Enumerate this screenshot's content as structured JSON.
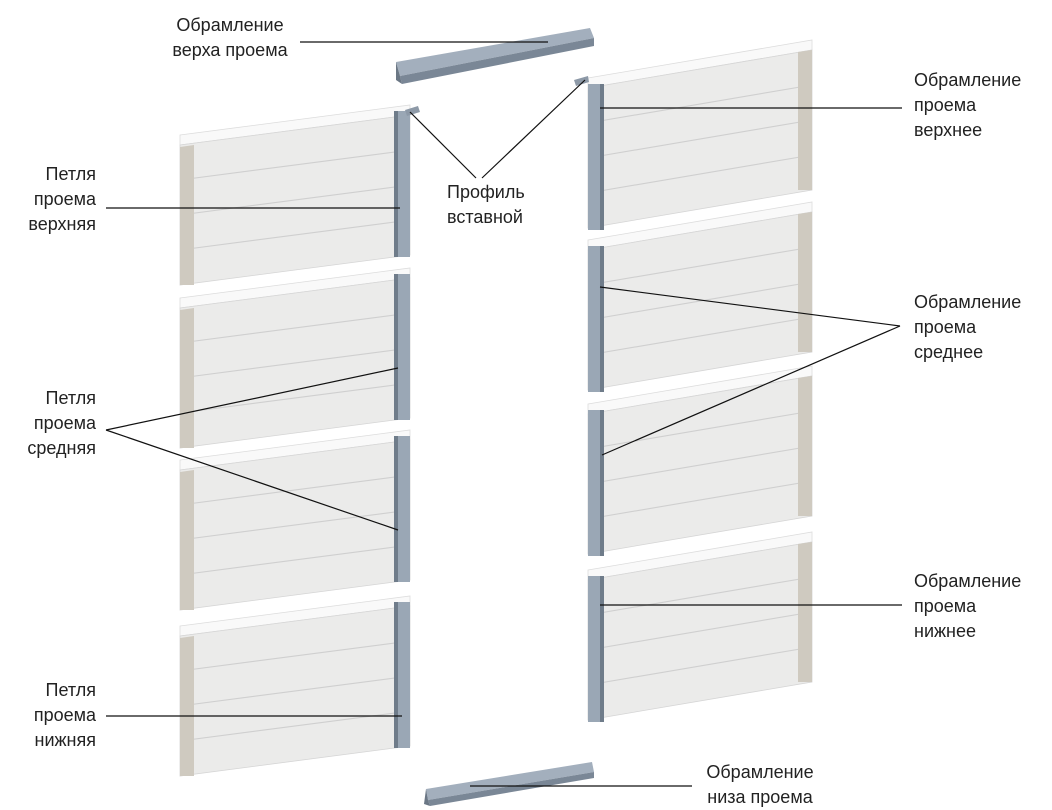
{
  "labels": {
    "top_frame": [
      "Обрамление",
      "верха проема"
    ],
    "insert_profile": [
      "Профиль",
      "вставной"
    ],
    "hinge_top": [
      "Петля",
      "проема",
      "верхняя"
    ],
    "hinge_middle": [
      "Петля",
      "проема",
      "средняя"
    ],
    "hinge_bottom": [
      "Петля",
      "проема",
      "нижняя"
    ],
    "frame_top": [
      "Обрамление",
      "проема",
      "верхнее"
    ],
    "frame_middle": [
      "Обрамление",
      "проема",
      "среднее"
    ],
    "frame_bottom": [
      "Обрамление",
      "проема",
      "нижнее"
    ],
    "bottom_frame": [
      "Обрамление",
      "низа проема"
    ]
  },
  "colors": {
    "panel_face": "#ebebea",
    "panel_top_edge": "#f9f9f9",
    "panel_groove": "#cfcfcf",
    "panel_side": "#cfcac0",
    "profile_metal": "#9aa7b5",
    "profile_metal_dark": "#6f7c8a",
    "leader_line": "#111111"
  }
}
